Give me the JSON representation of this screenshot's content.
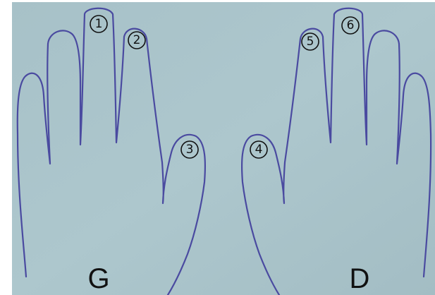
{
  "colors": {
    "background": "#a9c3c9",
    "outline": "#4a4aa0",
    "text": "#111111"
  },
  "hands": {
    "left_label": "G",
    "right_label": "D"
  },
  "markers": [
    {
      "number": "1"
    },
    {
      "number": "2"
    },
    {
      "number": "3"
    },
    {
      "number": "4"
    },
    {
      "number": "5"
    },
    {
      "number": "6"
    }
  ]
}
